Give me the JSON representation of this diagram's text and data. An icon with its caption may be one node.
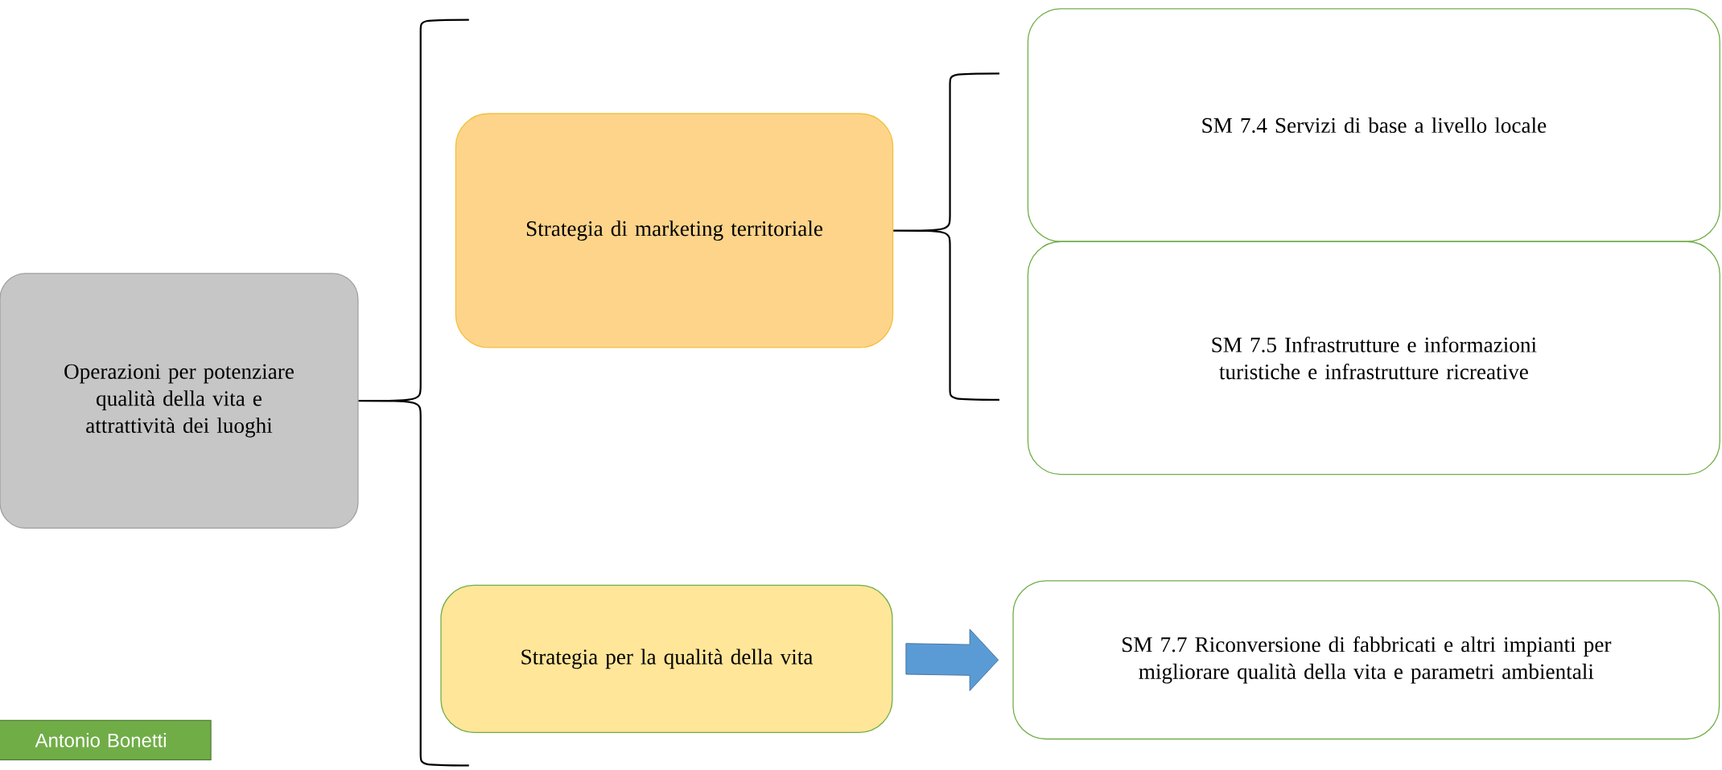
{
  "diagram": {
    "nodes": [
      {
        "text": [
          "Operazioni per potenziare qualità della vita e attrattività dei luoghi"
        ]
      },
      {
        "text": [
          "Strategia di marketing territoriale"
        ]
      },
      {
        "text": [
          "Strategia per la qualità della vita"
        ]
      },
      {
        "text": [
          "SM 7.4 Servizi di base a livello locale"
        ]
      },
      {
        "text": [
          "SM 7.5 Infrastrutture  e informazioni turistiche e infrastrutture ricreative"
        ]
      },
      {
        "text": [
          "SM 7.7  Riconversione  di fabbricati  e altri impianti per migliorare qualità della vita e parametri ambientali"
        ]
      },
      {
        "text": [
          "Antonio Bonetti"
        ]
      }
    ],
    "edges": [
      {
        "from": 0,
        "to": 1,
        "arrow": "none"
      },
      {
        "from": 0,
        "to": 2,
        "arrow": "none"
      },
      {
        "from": 1,
        "to": 3,
        "arrow": "none"
      },
      {
        "from": 1,
        "to": 4,
        "arrow": "none"
      },
      {
        "from": 2,
        "to": 5,
        "arrow": "to"
      }
    ]
  }
}
